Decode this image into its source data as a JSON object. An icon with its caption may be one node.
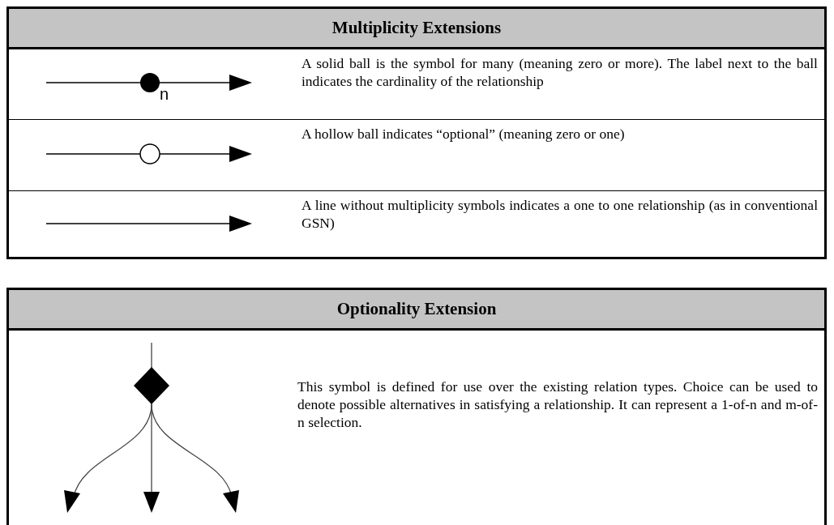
{
  "diagram": {
    "labels": [
      "Multiplicity Extensions",
      "n",
      "A solid ball is the symbol for many (meaning zero or more). The label next to the ball indicates the cardinality of the relationship",
      "A hollow ball indicates “optional” (meaning zero or one)",
      "A line without multiplicity symbols indicates a one to one relationship (as in conventional GSN)",
      "Optionality Extension",
      "This symbol is defined for use over the existing relation types. Choice can be used to denote possible alternatives in satisfying a relationship. It can represent a 1-of-n and m-of-n selection."
    ]
  }
}
